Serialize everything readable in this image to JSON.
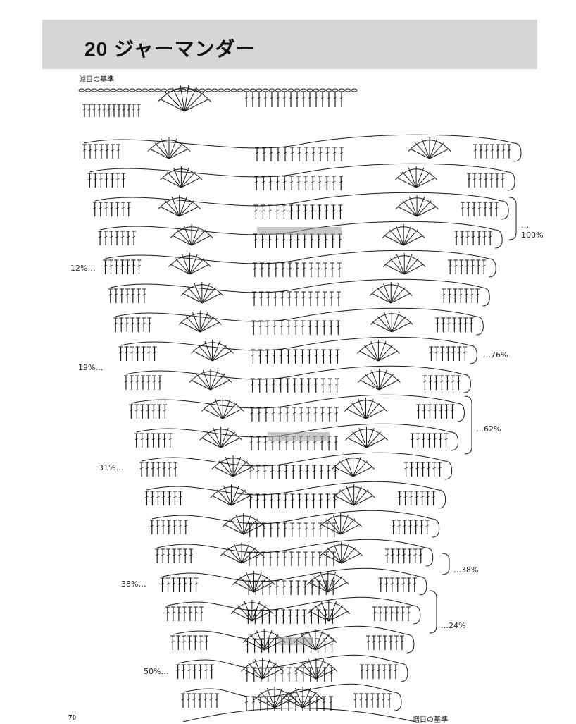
{
  "page": {
    "title": "20 ジャーマンダー",
    "top_label": "減目の基準",
    "bottom_label": "増目の基準",
    "page_number": "70"
  },
  "left_markers": [
    "12%…",
    "19%…",
    "31%…",
    "38%…",
    "50%…"
  ],
  "right_markers": [
    "…\n100%",
    "…76%",
    "…62%",
    "…38%",
    "…24%"
  ],
  "colors": {
    "ink": "#1a1a1a",
    "header_band": "#d6d6d6",
    "highlight": "#9a9a9a"
  },
  "icons": [
    "chain-stitch-icon",
    "double-crochet-icon",
    "shell-fan-icon",
    "bracket-icon"
  ]
}
